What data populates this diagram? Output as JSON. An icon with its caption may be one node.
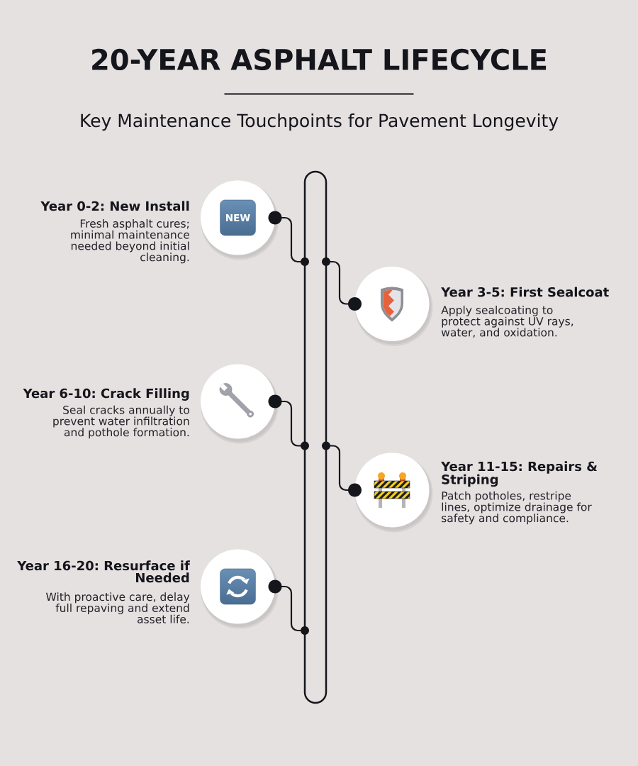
{
  "diagram": {
    "title": "20-YEAR ASPHALT LIFECYCLE",
    "nodes": [
      {
        "text": [
          "Year 0-2: New Install",
          "Fresh asphalt cures; minimal maintenance needed beyond initial cleaning."
        ]
      },
      {
        "text": [
          "Year 3-5: First Sealcoat",
          "Apply sealcoating to protect against UV rays, water, and oxidation."
        ]
      },
      {
        "text": [
          "Year 6-10: Crack Filling",
          "Seal cracks annually to prevent water infiltration and pothole formation."
        ]
      },
      {
        "text": [
          "Year 11-15: Repairs & Striping",
          "Patch potholes, restripe lines, optimize drainage for safety and compliance."
        ]
      },
      {
        "text": [
          "Year 16-20: Resurface if Needed",
          "With proactive care, delay full repaving and extend asset life."
        ]
      },
      {
        "text": [],
        "shape": "bar"
      }
    ],
    "edges": [
      {
        "from": 0,
        "to": 5,
        "arrow": "other"
      },
      {
        "from": 1,
        "to": 5,
        "arrow": "other"
      },
      {
        "from": 2,
        "to": 5,
        "arrow": "other"
      },
      {
        "from": 3,
        "to": 5,
        "arrow": "other"
      },
      {
        "from": 4,
        "to": 5,
        "arrow": "other"
      }
    ],
    "labels": [
      "Key Maintenance Touchpoints for Pavement Longevity",
      "NEW"
    ]
  }
}
